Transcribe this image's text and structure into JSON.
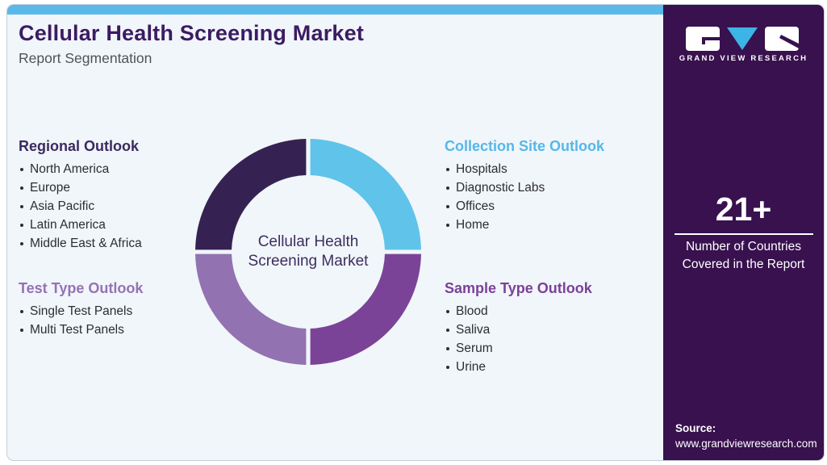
{
  "header": {
    "title": "Cellular Health Screening Market",
    "subtitle": "Report Segmentation",
    "title_color": "#3d1b63"
  },
  "accents": {
    "top_bar": "#5ab9e8"
  },
  "sections": {
    "regional": {
      "title": "Regional Outlook",
      "color": "#3b2a5e",
      "items": [
        "North America",
        "Europe",
        "Asia Pacific",
        "Latin America",
        "Middle East & Africa"
      ]
    },
    "test_type": {
      "title": "Test Type Outlook",
      "color": "#9671b5",
      "items": [
        "Single Test Panels",
        "Multi Test Panels"
      ]
    },
    "collection_site": {
      "title": "Collection Site Outlook",
      "color": "#55b8e8",
      "items": [
        "Hospitals",
        "Diagnostic Labs",
        "Offices",
        "Home"
      ]
    },
    "sample_type": {
      "title": "Sample Type Outlook",
      "color": "#7d4098",
      "items": [
        "Blood",
        "Saliva",
        "Serum",
        "Urine"
      ]
    }
  },
  "donut": {
    "center_label_line1": "Cellular Health",
    "center_label_line2": "Screening Market",
    "segments": [
      {
        "name": "collection-site",
        "color": "#60c3ea"
      },
      {
        "name": "sample-type",
        "color": "#7b4397"
      },
      {
        "name": "test-type",
        "color": "#9372b1"
      },
      {
        "name": "regional",
        "color": "#352252"
      }
    ]
  },
  "sidebar": {
    "bg": "#38114e",
    "brand_name": "GRAND VIEW RESEARCH",
    "logo_accent": "#3cb4e5",
    "stat": {
      "value": "21+",
      "label_line1": "Number of Countries",
      "label_line2": "Covered in the Report"
    },
    "source_label": "Source:",
    "source_url": "www.grandviewresearch.com"
  }
}
